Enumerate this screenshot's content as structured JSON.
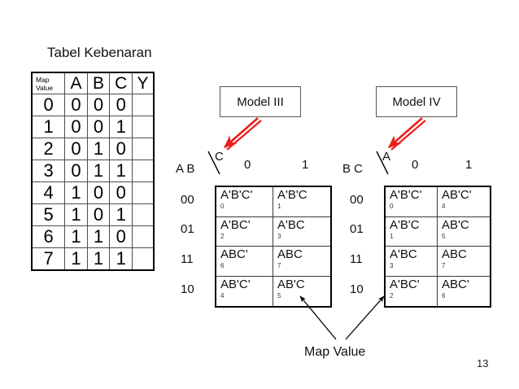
{
  "slide": {
    "page_number": "13",
    "accent_red": "#ee1c1c",
    "line_black": "#000000"
  },
  "truth_table": {
    "title": "Tabel Kebenaran",
    "headers": [
      "Map Value",
      "A",
      "B",
      "C",
      "Y"
    ],
    "header_map_line1": "Map",
    "header_map_line2": "Value",
    "rows": [
      {
        "map_value": "0",
        "a": "0",
        "b": "0",
        "c": "0",
        "y": ""
      },
      {
        "map_value": "1",
        "a": "0",
        "b": "0",
        "c": "1",
        "y": ""
      },
      {
        "map_value": "2",
        "a": "0",
        "b": "1",
        "c": "0",
        "y": ""
      },
      {
        "map_value": "3",
        "a": "0",
        "b": "1",
        "c": "1",
        "y": ""
      },
      {
        "map_value": "4",
        "a": "1",
        "b": "0",
        "c": "0",
        "y": ""
      },
      {
        "map_value": "5",
        "a": "1",
        "b": "0",
        "c": "1",
        "y": ""
      },
      {
        "map_value": "6",
        "a": "1",
        "b": "1",
        "c": "0",
        "y": ""
      },
      {
        "map_value": "7",
        "a": "1",
        "b": "1",
        "c": "1",
        "y": ""
      }
    ]
  },
  "callouts": {
    "model3": "Model III",
    "model4": "Model IV"
  },
  "kmap_model3": {
    "row_variables": "A B",
    "col_variable": "C",
    "col_labels": [
      "0",
      "1"
    ],
    "row_labels": [
      "00",
      "01",
      "11",
      "10"
    ],
    "cells": [
      {
        "term": "A'B'C'",
        "minterm": "0"
      },
      {
        "term": "A'B'C",
        "minterm": "1"
      },
      {
        "term": "A'BC'",
        "minterm": "2"
      },
      {
        "term": "A'BC",
        "minterm": "3"
      },
      {
        "term": "ABC'",
        "minterm": "6"
      },
      {
        "term": "ABC",
        "minterm": "7"
      },
      {
        "term": "AB'C'",
        "minterm": "4"
      },
      {
        "term": "AB'C",
        "minterm": "5"
      }
    ]
  },
  "kmap_model4": {
    "row_variables": "B C",
    "col_variable": "A",
    "col_labels": [
      "0",
      "1"
    ],
    "row_labels": [
      "00",
      "01",
      "11",
      "10"
    ],
    "cells": [
      {
        "term": "A'B'C'",
        "minterm": "0"
      },
      {
        "term": "AB'C'",
        "minterm": "4"
      },
      {
        "term": "A'B'C",
        "minterm": "1"
      },
      {
        "term": "AB'C",
        "minterm": "5"
      },
      {
        "term": "A'BC",
        "minterm": "3"
      },
      {
        "term": "ABC",
        "minterm": "7"
      },
      {
        "term": "A'BC'",
        "minterm": "2"
      },
      {
        "term": "ABC'",
        "minterm": "6"
      }
    ]
  },
  "caption": {
    "map_value_label": "Map Value"
  }
}
